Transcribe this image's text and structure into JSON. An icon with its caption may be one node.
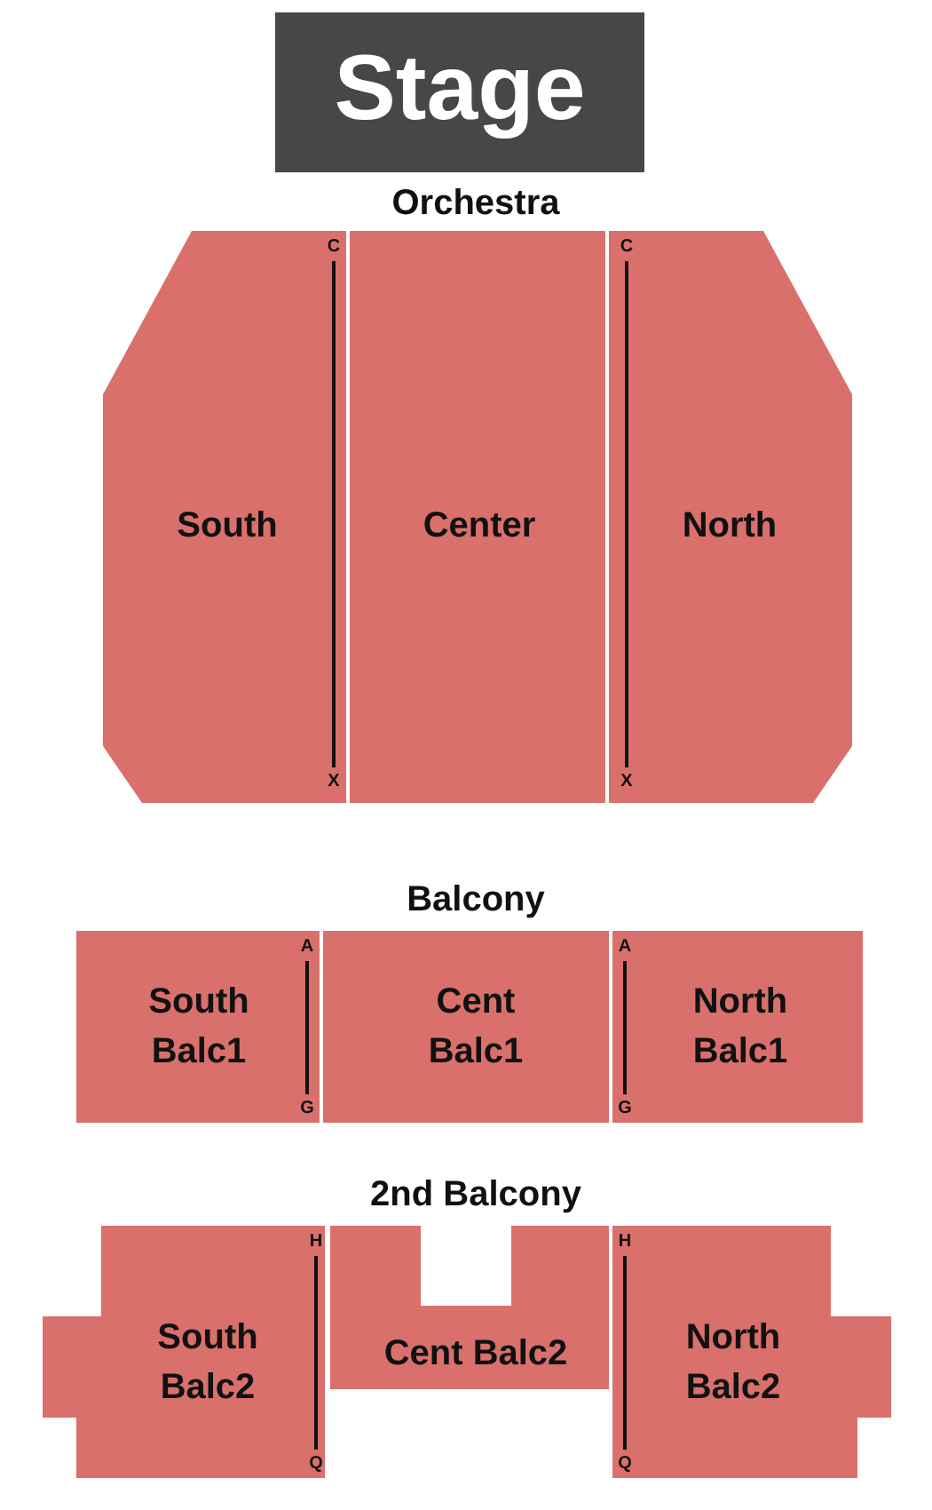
{
  "diagram": {
    "nodes": [
      {
        "text": [
          "Stage"
        ]
      },
      {
        "text": [
          "South"
        ]
      },
      {
        "text": [
          "Center"
        ]
      },
      {
        "text": [
          "North"
        ]
      },
      {
        "text": [
          "South Balc1"
        ]
      },
      {
        "text": [
          "Cent Balc1"
        ]
      },
      {
        "text": [
          "North Balc1"
        ]
      },
      {
        "text": [
          "South Balc2"
        ]
      },
      {
        "text": [
          "Cent Balc2"
        ]
      },
      {
        "text": [
          "North Balc2"
        ]
      }
    ],
    "labels": [
      "Orchestra",
      "C",
      "C",
      "X",
      "X",
      "Balcony",
      "A",
      "A",
      "G",
      "G",
      "2nd Balcony",
      "H",
      "H",
      "Q",
      "Q"
    ]
  }
}
